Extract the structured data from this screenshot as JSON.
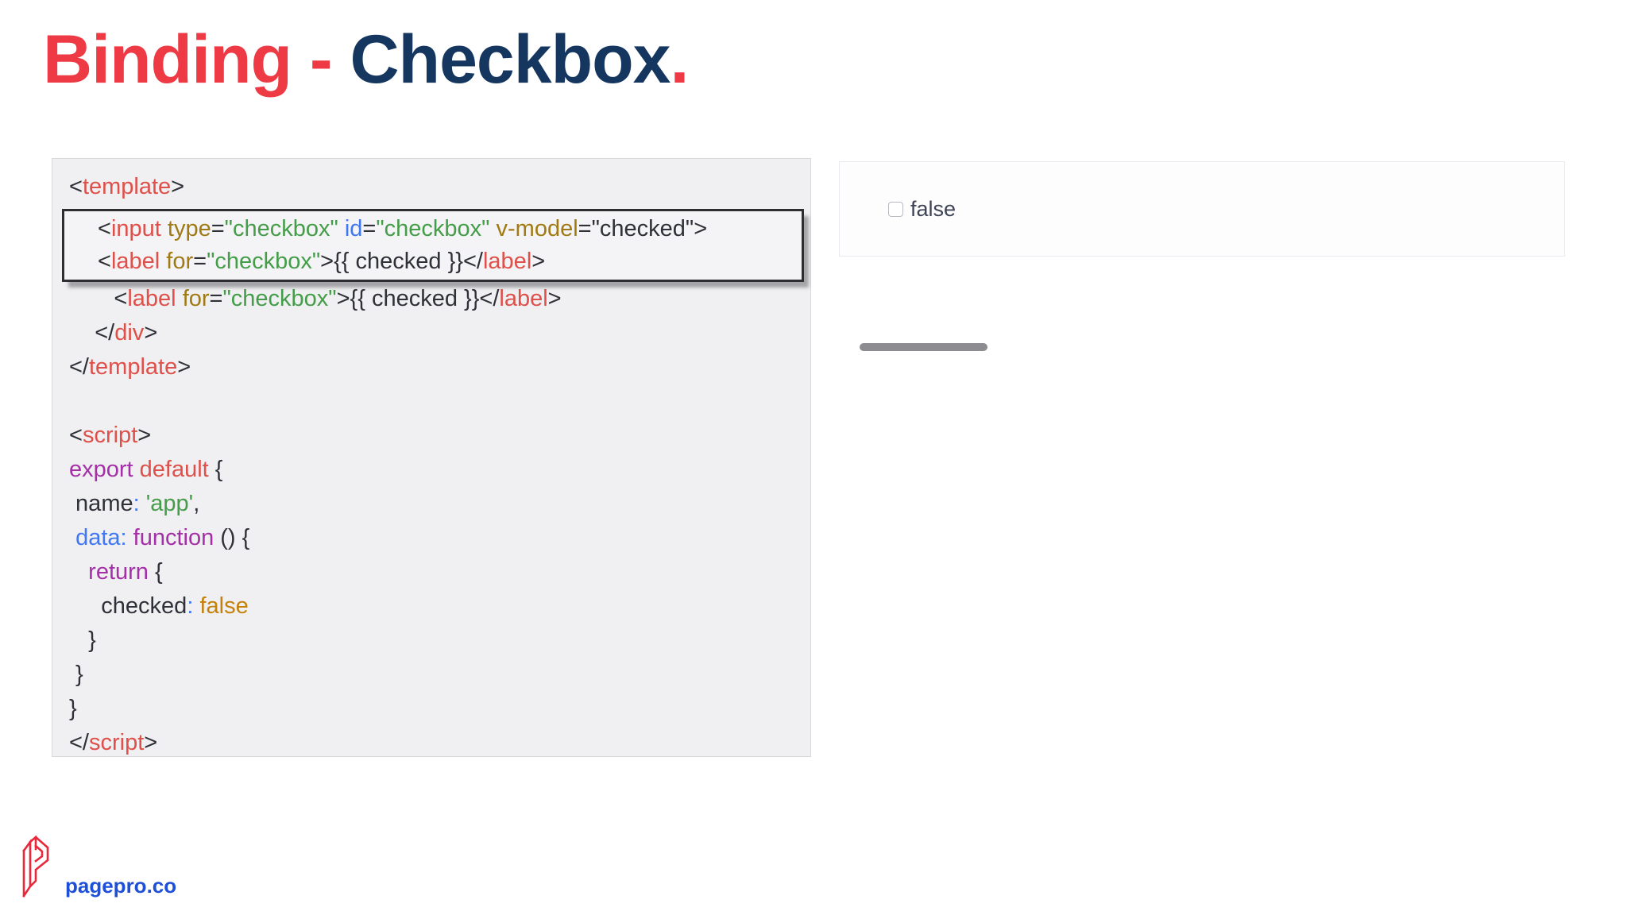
{
  "title": {
    "part1": "Binding - ",
    "part2": "Checkbox",
    "period": ".",
    "accent_red": "#ee3a44",
    "navy": "#14365f"
  },
  "code_panel": {
    "background": "#f0eff1",
    "syntax_colors": {
      "p": "#2f3138",
      "tag": "#de5049",
      "attr": "#a07a14",
      "str": "#449d48",
      "blue": "#4078f2",
      "kw": "#a42fa8",
      "gold": "#c4820a"
    },
    "pre_box_lines": [
      [
        [
          "p",
          "<"
        ],
        [
          "tag",
          "template"
        ],
        [
          "p",
          ">"
        ]
      ]
    ],
    "box_lines": [
      [
        [
          "p",
          "<"
        ],
        [
          "tag",
          "input"
        ],
        [
          "p",
          " "
        ],
        [
          "attr",
          "type"
        ],
        [
          "p",
          "="
        ],
        [
          "str",
          "\"checkbox\""
        ],
        [
          "p",
          " "
        ],
        [
          "blue",
          "id"
        ],
        [
          "p",
          "="
        ],
        [
          "str",
          "\"checkbox\""
        ],
        [
          "p",
          " "
        ],
        [
          "attr",
          "v-model"
        ],
        [
          "p",
          "="
        ],
        [
          "p",
          "\"checked\""
        ],
        [
          "p",
          ">"
        ]
      ],
      [
        [
          "p",
          "<"
        ],
        [
          "tag",
          "label"
        ],
        [
          "p",
          " "
        ],
        [
          "attr",
          "for"
        ],
        [
          "p",
          "="
        ],
        [
          "str",
          "\"checkbox\""
        ],
        [
          "p",
          ">{{ checked }}</"
        ],
        [
          "tag",
          "label"
        ],
        [
          "p",
          ">"
        ]
      ]
    ],
    "post_box_lines": [
      [
        [
          "p",
          "       <"
        ],
        [
          "tag",
          "label"
        ],
        [
          "p",
          " "
        ],
        [
          "attr",
          "for"
        ],
        [
          "p",
          "="
        ],
        [
          "str",
          "\"checkbox\""
        ],
        [
          "p",
          ">{{ checked }}</"
        ],
        [
          "tag",
          "label"
        ],
        [
          "p",
          ">"
        ]
      ],
      [
        [
          "p",
          "    </"
        ],
        [
          "tag",
          "div"
        ],
        [
          "p",
          ">"
        ]
      ],
      [
        [
          "p",
          "</"
        ],
        [
          "tag",
          "template"
        ],
        [
          "p",
          ">"
        ]
      ],
      [
        [
          "p",
          ""
        ]
      ],
      [
        [
          "p",
          "<"
        ],
        [
          "tag",
          "script"
        ],
        [
          "p",
          ">"
        ]
      ],
      [
        [
          "kw",
          "export"
        ],
        [
          "p",
          " "
        ],
        [
          "tag",
          "default"
        ],
        [
          "p",
          " {"
        ]
      ],
      [
        [
          "p",
          " name"
        ],
        [
          "blue",
          ":"
        ],
        [
          "p",
          " "
        ],
        [
          "str",
          "'app'"
        ],
        [
          "p",
          ","
        ]
      ],
      [
        [
          "p",
          " "
        ],
        [
          "blue",
          "data"
        ],
        [
          "blue",
          ":"
        ],
        [
          "p",
          " "
        ],
        [
          "kw",
          "function"
        ],
        [
          "p",
          " () {"
        ]
      ],
      [
        [
          "p",
          "   "
        ],
        [
          "kw",
          "return"
        ],
        [
          "p",
          " {"
        ]
      ],
      [
        [
          "p",
          "     checked"
        ],
        [
          "blue",
          ":"
        ],
        [
          "p",
          " "
        ],
        [
          "gold",
          "false"
        ]
      ],
      [
        [
          "p",
          "   }"
        ]
      ],
      [
        [
          "p",
          " }"
        ]
      ],
      [
        [
          "p",
          "}"
        ]
      ],
      [
        [
          "p",
          "</"
        ],
        [
          "tag",
          "script"
        ],
        [
          "p",
          ">"
        ]
      ]
    ]
  },
  "preview_panel": {
    "checkbox_checked": false,
    "label": "false",
    "label_color": "#3e4456"
  },
  "progress_bar": {
    "color": "#8d8d91"
  },
  "footer": {
    "site": "pagepro.co",
    "brand_red": "#e8293c",
    "link_blue": "#1d4fd8"
  }
}
